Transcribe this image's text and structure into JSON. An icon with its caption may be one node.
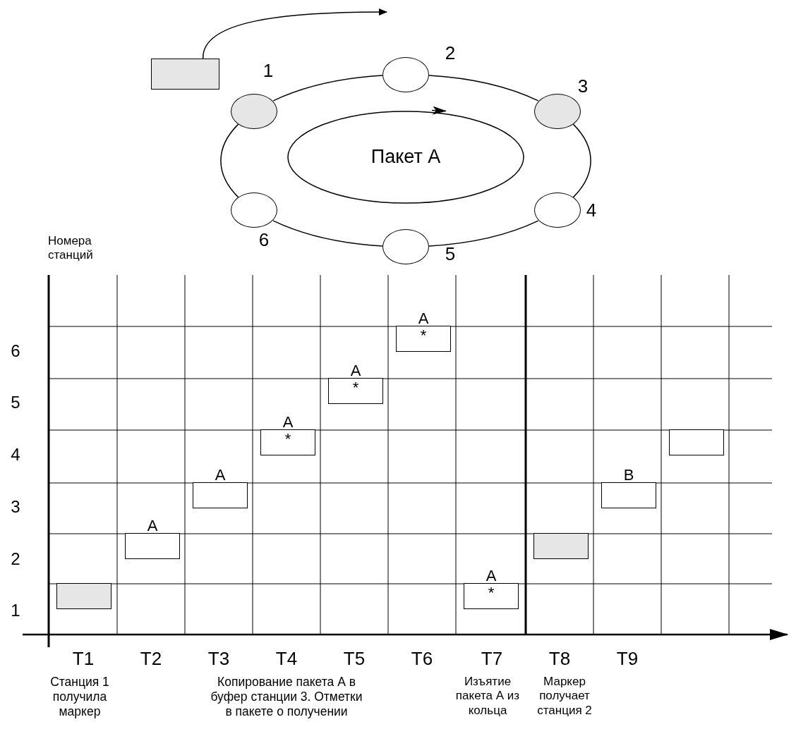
{
  "diagram": {
    "nodes": [
      {
        "text": [],
        "shape": "box"
      },
      {
        "text": [],
        "shape": "circle",
        "beside": [
          "1"
        ]
      },
      {
        "text": [],
        "shape": "circle",
        "beside": [
          "2"
        ]
      },
      {
        "text": [],
        "shape": "circle",
        "beside": [
          "3"
        ]
      },
      {
        "text": [],
        "shape": "circle",
        "beside": [
          "4"
        ]
      },
      {
        "text": [],
        "shape": "circle",
        "beside": [
          "5"
        ]
      },
      {
        "text": [],
        "shape": "circle",
        "beside": [
          "6"
        ]
      },
      {
        "text": [
          "Пакет А"
        ]
      },
      {
        "text": [],
        "shape": "box"
      },
      {
        "text": [
          "A"
        ]
      },
      {
        "text": [
          "A"
        ]
      },
      {
        "text": [
          "A",
          "*"
        ]
      },
      {
        "text": [
          "A",
          "*"
        ]
      },
      {
        "text": [
          "A",
          "*"
        ]
      },
      {
        "text": [
          "A",
          "*"
        ]
      },
      {
        "text": [],
        "shape": "box"
      },
      {
        "text": [
          "B"
        ]
      },
      {
        "text": [],
        "shape": "box"
      }
    ],
    "edges": [
      {
        "from": 0,
        "to": null,
        "arrow": "to"
      },
      {
        "from": 1,
        "to": 2,
        "arrow": "none"
      },
      {
        "from": 2,
        "to": 3,
        "arrow": "none"
      },
      {
        "from": 3,
        "to": 4,
        "arrow": "none"
      },
      {
        "from": 4,
        "to": 5,
        "arrow": "none"
      },
      {
        "from": 5,
        "to": 6,
        "arrow": "none"
      },
      {
        "from": 6,
        "to": 1,
        "arrow": "none"
      }
    ],
    "labels": [
      "Номера станций",
      "6",
      "5",
      "4",
      "3",
      "2",
      "1",
      "T1",
      "T2",
      "T3",
      "T4",
      "T5",
      "T6",
      "T7",
      "T8",
      "T9",
      "Станция 1 получила маркер",
      "Копирование пакета А в буфер станции 3. Отметки в пакете о получении",
      "Изъятие пакета А из кольца",
      "Маркер получает станция 2"
    ]
  }
}
